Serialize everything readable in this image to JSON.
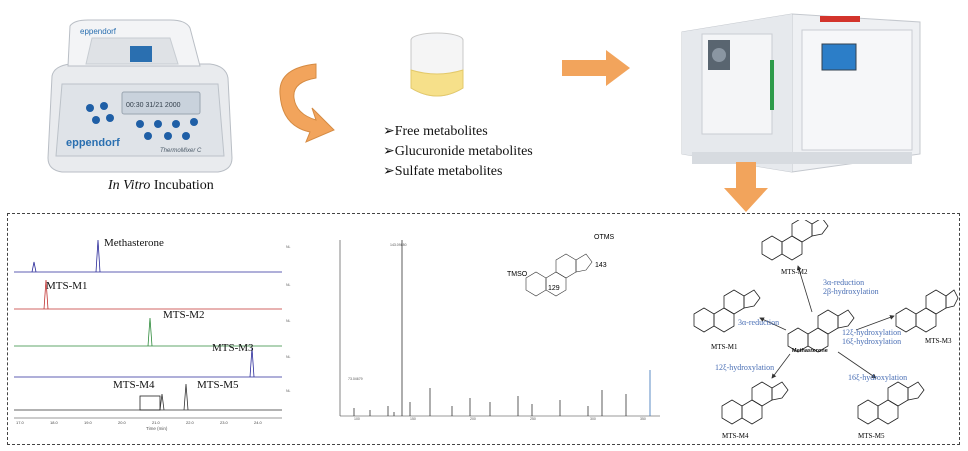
{
  "top": {
    "incubator_brand_top": "eppendorf",
    "incubator_brand_front": "eppendorf",
    "incubator_model": "ThermoMixer C",
    "incubator_display": [
      "00:30",
      "31/21",
      "2000"
    ],
    "incubation_caption_italic": "In Vitro",
    "incubation_caption_rest": " Incubation",
    "metabolite_bullets": [
      "Free metabolites",
      "Glucuronide metabolites",
      "Sulfate metabolites"
    ],
    "accent_orange": "#f0a25a"
  },
  "chromatogram": {
    "peak_labels": [
      "Methasterone",
      "MTS-M1",
      "MTS-M2",
      "MTS-M3",
      "MTS-M4",
      "MTS-M5"
    ],
    "xaxis_label": "Time (min)"
  },
  "pathway": {
    "center": "Methasterone",
    "metabolites": [
      "MTS-M1",
      "MTS-M2",
      "MTS-M3",
      "MTS-M4",
      "MTS-M5"
    ],
    "reactions": {
      "m1": "3α-reduction",
      "m2_a": "3α-reduction",
      "m2_b": "2β-hydroxylation",
      "m3_a": "12ξ-hydroxylation",
      "m3_b": "16ξ-hydroxylation",
      "m4": "12ξ-hydroxylation",
      "m5": "16ξ-hydroxylation"
    },
    "reaction_color": "#4a6fb5"
  },
  "spectrum": {
    "fragment_labels": [
      "TMSO",
      "OTMS",
      "143",
      "129"
    ]
  }
}
